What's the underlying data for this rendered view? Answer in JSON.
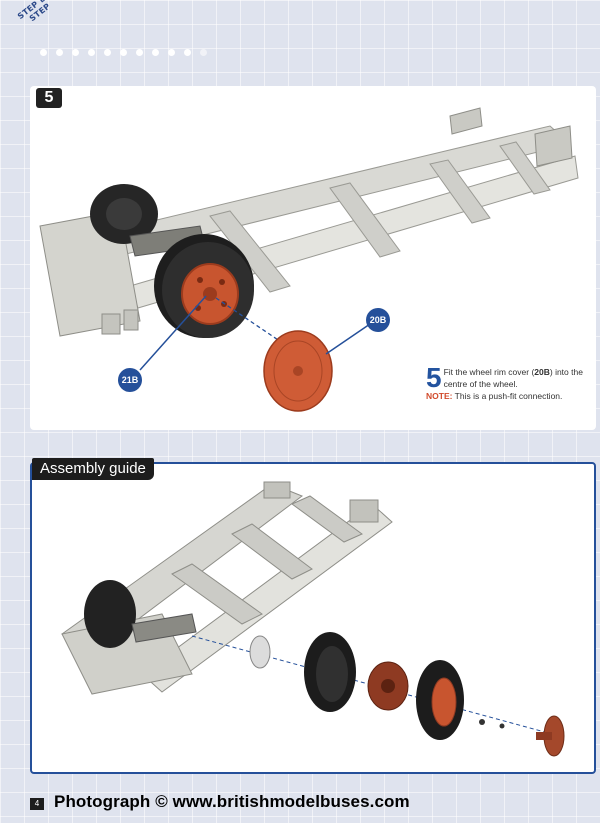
{
  "header": {
    "logo_line1": "STEP BY",
    "logo_line2": "STEP"
  },
  "step": {
    "number": "5",
    "big_number": "5",
    "text_before": "Fit the wheel rim cover (",
    "part_ref": "20B",
    "text_after": ") into the centre of the wheel.",
    "note_label": "NOTE:",
    "note_text": " This is a push-fit connection."
  },
  "callouts": {
    "a": "20B",
    "b": "21B"
  },
  "assembly": {
    "title": "Assembly guide"
  },
  "footer": {
    "page_number": "4",
    "watermark": "Photograph © www.britishmodelbuses.com"
  },
  "colors": {
    "accent_blue": "#25509a",
    "note_red": "#d14a2b",
    "wheel_red": "#c8552f"
  }
}
